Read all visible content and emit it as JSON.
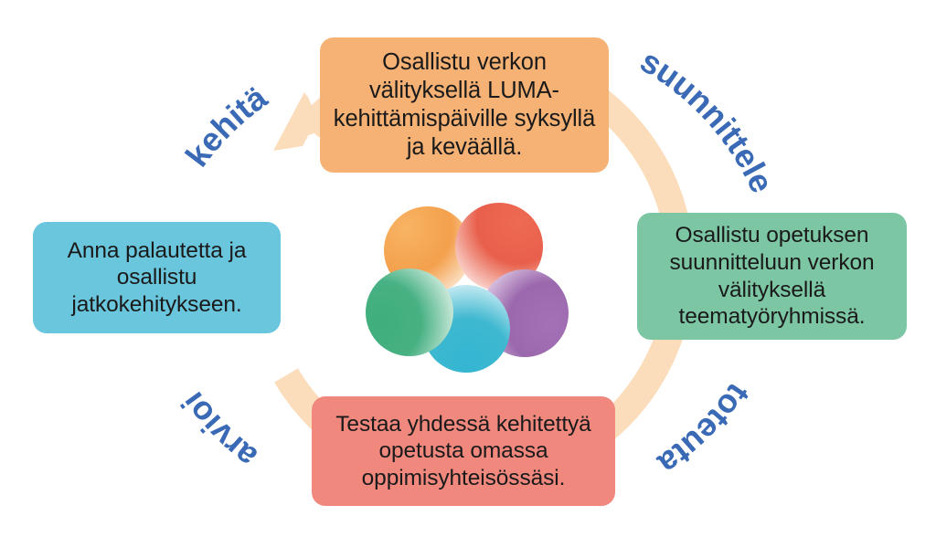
{
  "diagram": {
    "title": "LUMA development cycle",
    "ring": {
      "name": "clockwise-cycle-arrow",
      "color": "#fbdcbb",
      "direction": "clockwise"
    },
    "logo": {
      "name": "luma-flower-logo",
      "petals": [
        {
          "name": "petal-orange",
          "color": "#f4a04c"
        },
        {
          "name": "petal-red",
          "color": "#e8604c"
        },
        {
          "name": "petal-purple",
          "color": "#9b68ad"
        },
        {
          "name": "petal-cyan",
          "color": "#3eb8d0"
        },
        {
          "name": "petal-green",
          "color": "#48b183"
        }
      ]
    },
    "phase_labels": [
      {
        "id": "kehita",
        "text": "kehitä",
        "color": "#3a6ab5",
        "position": "upper-left"
      },
      {
        "id": "suunnittele",
        "text": "suunnittele",
        "color": "#3a6ab5",
        "position": "upper-right"
      },
      {
        "id": "toteuta",
        "text": "toteuta",
        "color": "#3a6ab5",
        "position": "lower-right"
      },
      {
        "id": "arvioi",
        "text": "arvioi",
        "color": "#3a6ab5",
        "position": "lower-left"
      }
    ],
    "boxes": {
      "top": {
        "id": "box-top",
        "text": "Osallistu verkon välityksellä LUMA-kehittämispäiville syksyllä ja keväällä.",
        "color": "#f6b275",
        "phase": "kehitä"
      },
      "right": {
        "id": "box-right",
        "text": "Osallistu opetuksen suunnitteluun verkon välityksellä teematyöryhmissä.",
        "color": "#7cc6a4",
        "phase": "suunnittele"
      },
      "bottom": {
        "id": "box-bottom",
        "text": "Testaa yhdessä kehitettyä opetusta omassa oppimisyhteisössäsi.",
        "color": "#f0887e",
        "phase": "toteuta"
      },
      "left": {
        "id": "box-left",
        "text": "Anna palautetta ja osallistu jatkokehitykseen.",
        "color": "#69c6dc",
        "phase": "arvioi"
      }
    }
  }
}
